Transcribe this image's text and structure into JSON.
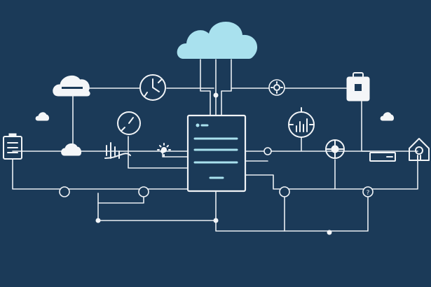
{
  "colors": {
    "background": "#1b3a58",
    "line": "#e9eef3",
    "accent": "#a9e1ee",
    "node": "#f4f6f8"
  },
  "nodes": [
    {
      "id": "cloud-main",
      "icon": "cloud-icon"
    },
    {
      "id": "cloud-small-left",
      "icon": "cloud-icon"
    },
    {
      "id": "cloud-small-right",
      "icon": "cloud-icon"
    },
    {
      "id": "server",
      "icon": "server-icon"
    },
    {
      "id": "clock",
      "icon": "clock-icon"
    },
    {
      "id": "gauge",
      "icon": "gauge-icon"
    },
    {
      "id": "gear",
      "icon": "gear-icon"
    },
    {
      "id": "briefcase",
      "icon": "briefcase-icon"
    },
    {
      "id": "analytics",
      "icon": "chart-icon"
    },
    {
      "id": "shield",
      "icon": "shield-icon"
    },
    {
      "id": "router",
      "icon": "router-icon"
    },
    {
      "id": "battery",
      "icon": "battery-icon"
    },
    {
      "id": "house",
      "icon": "house-icon"
    },
    {
      "id": "signal",
      "icon": "signal-wave-icon"
    },
    {
      "id": "question-node",
      "icon": "question-icon"
    }
  ]
}
